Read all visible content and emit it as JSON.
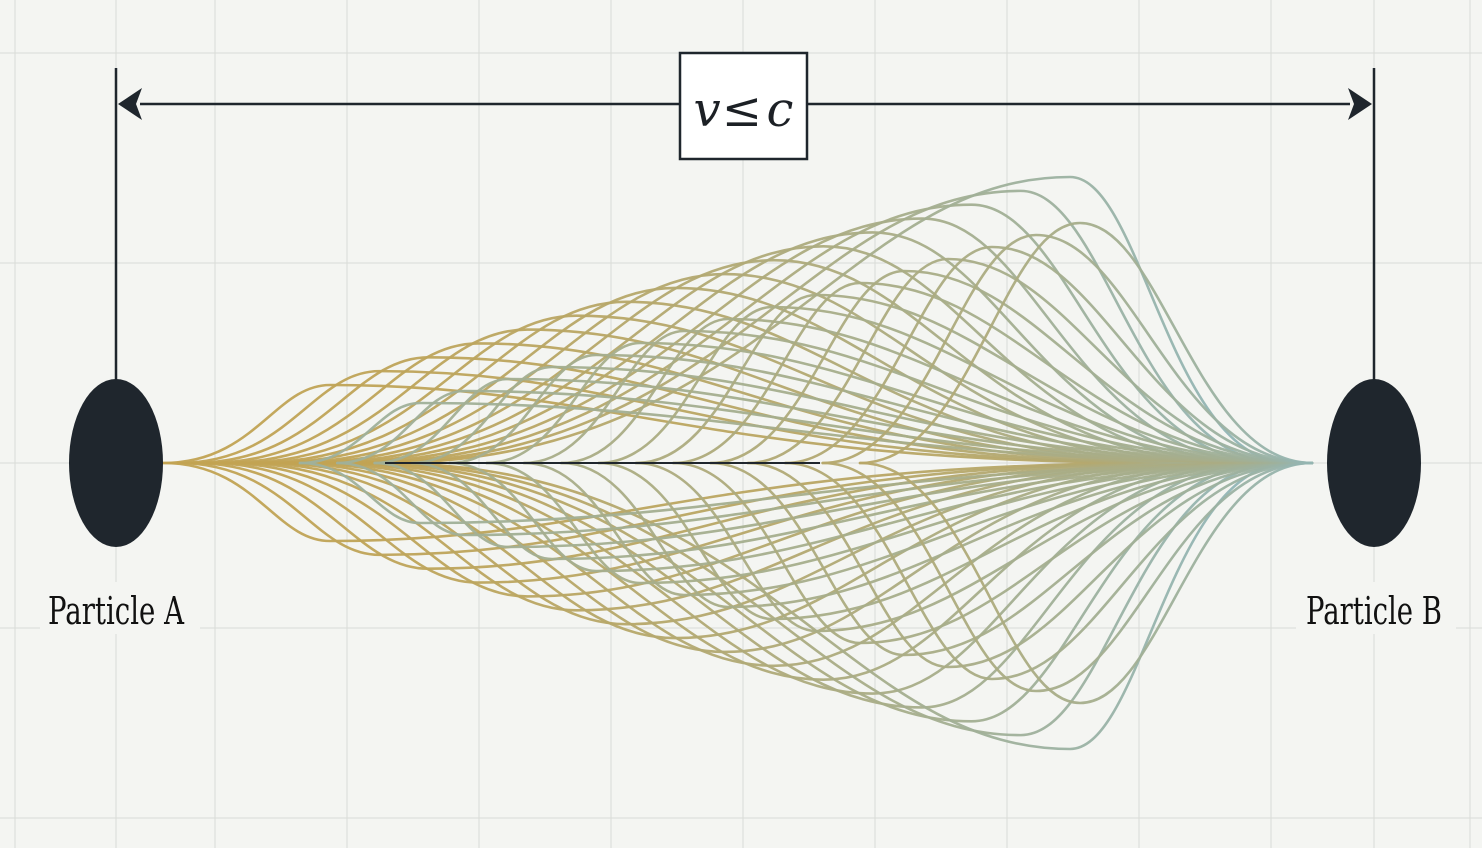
{
  "formula": {
    "v": "v",
    "op": "≤",
    "c": "c"
  },
  "particles": {
    "a_label": "Particle A",
    "b_label": "Particle B"
  },
  "colors": {
    "background": "#f4f5f2",
    "grid": "#d9dcd8",
    "ink": "#1f262d",
    "wave_gold": "#c2a352",
    "wave_teal": "#8fb7bd"
  }
}
